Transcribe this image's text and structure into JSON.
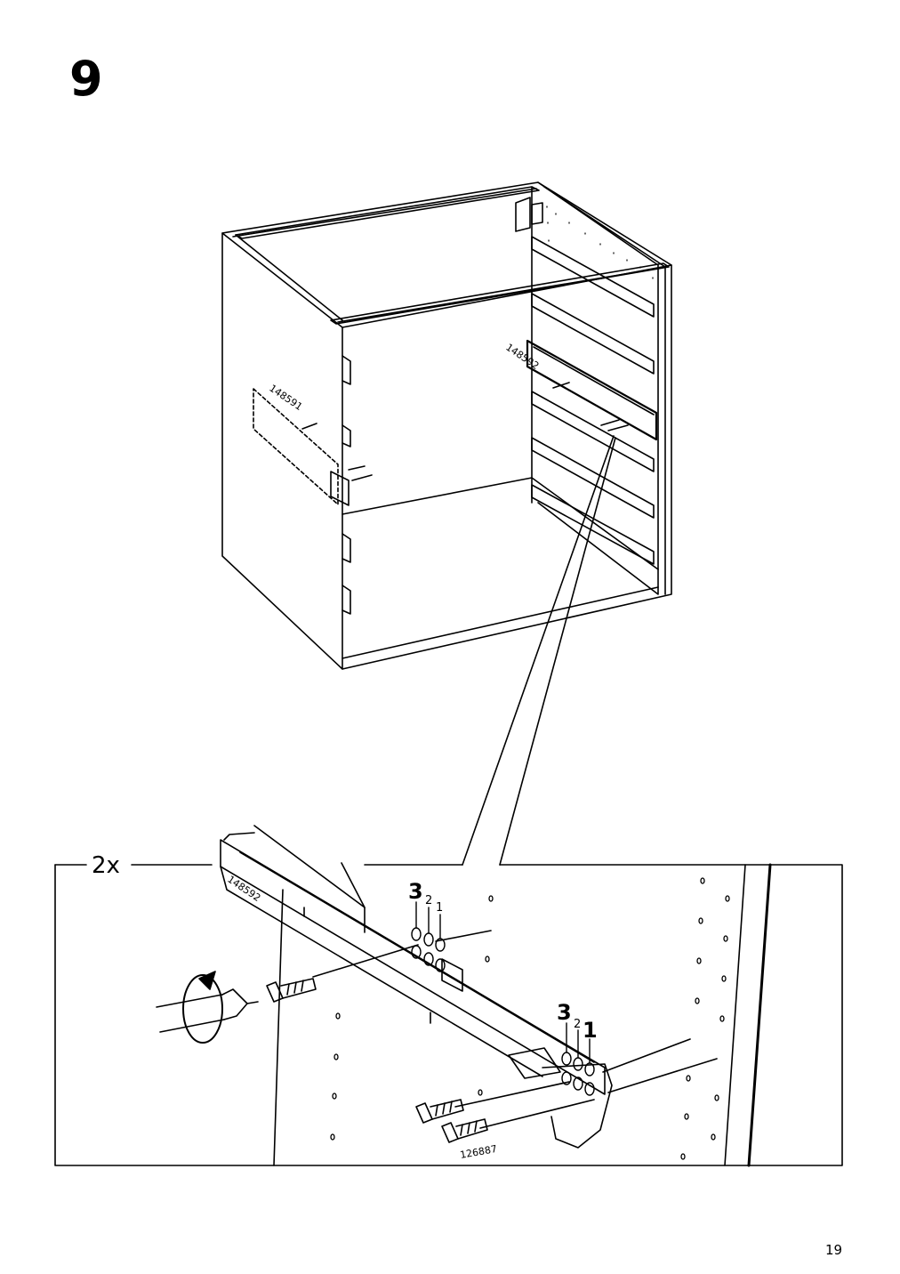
{
  "step": {
    "number": "9"
  },
  "page": {
    "number": "19"
  },
  "parts": {
    "rail_left": "148591",
    "rail_right": "148592",
    "detail_rail": "148592",
    "screw": "126887"
  },
  "detail": {
    "quantity": "2x",
    "front_hole_labels": {
      "three": "3",
      "two": "2",
      "one": "1"
    },
    "rear_hole_labels": {
      "three": "3",
      "two": "2",
      "one": "1"
    }
  },
  "colors": {
    "ink": "#000000",
    "paper": "#ffffff"
  }
}
